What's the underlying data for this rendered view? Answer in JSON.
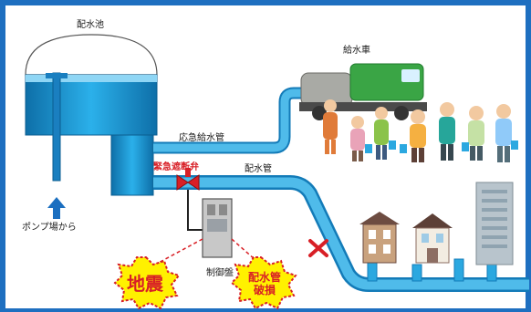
{
  "labels": {
    "reservoir": "配水池",
    "from_pump": "ポンプ場から",
    "emergency_pipe": "応急給水管",
    "emergency_valve": "緊急遮断弁",
    "distribution_pipe": "配水管",
    "water_truck": "給水車",
    "control_panel": "制御盤"
  },
  "badges": {
    "earthquake": "地震",
    "pipe_damage_line1": "配水管",
    "pipe_damage_line2": "破損"
  },
  "colors": {
    "frame": "#1e6fc0",
    "water": "#1b9ad6",
    "water_dark": "#0e6fa8",
    "pipe": "#2ba8e0",
    "valve_red": "#d81f26",
    "badge_yellow": "#fff100",
    "truck_green": "#3aa545"
  }
}
